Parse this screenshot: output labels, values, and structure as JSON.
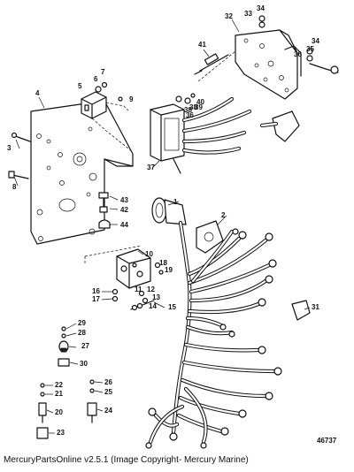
{
  "drawing_number": "46737",
  "footer_caption": "MercuryPartsOnline v2.5.1 (Image Copyright- Mercury Marine)",
  "callouts": [
    "1",
    "2",
    "3",
    "4",
    "5",
    "6",
    "7",
    "8",
    "9",
    "10",
    "11",
    "12",
    "13",
    "14",
    "15",
    "16",
    "17",
    "18",
    "19",
    "20",
    "21",
    "22",
    "23",
    "24",
    "25",
    "26",
    "27",
    "28",
    "29",
    "30",
    "31",
    "32",
    "33",
    "34",
    "35",
    "36",
    "37",
    "38",
    "39",
    "40",
    "41",
    "42",
    "43",
    "44"
  ],
  "extra_callouts": [
    "34",
    "36",
    "38"
  ]
}
